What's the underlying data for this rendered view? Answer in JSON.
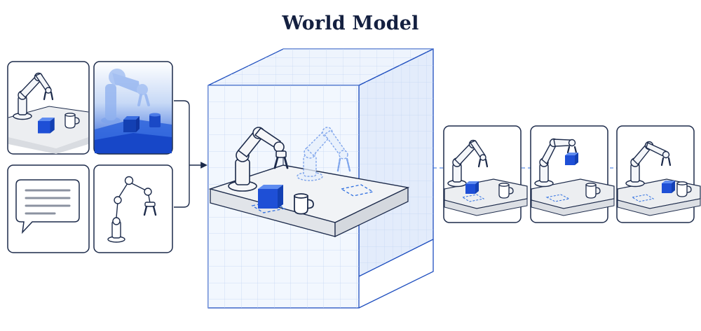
{
  "title": "World Model",
  "colors": {
    "navy": "#1c2a4a",
    "cube_blue": "#1e4fd6",
    "accent_blue": "#2f6fe0",
    "grid_blue": "#b9d0f3",
    "light_blue": "#e8f0fc",
    "table_gray": "#e9ebee"
  },
  "inputs": [
    {
      "kind": "camera-view",
      "icon": "robot-arm-table-icon"
    },
    {
      "kind": "depth-view",
      "icon": "depth-map-icon"
    },
    {
      "kind": "instruction",
      "icon": "speech-bubble-icon"
    },
    {
      "kind": "robot-state",
      "icon": "kinematic-chain-icon"
    }
  ],
  "outputs": [
    {
      "frame": 1,
      "icon": "robot-approach-icon"
    },
    {
      "frame": 2,
      "icon": "robot-lift-icon"
    },
    {
      "frame": 3,
      "icon": "robot-place-icon"
    }
  ]
}
